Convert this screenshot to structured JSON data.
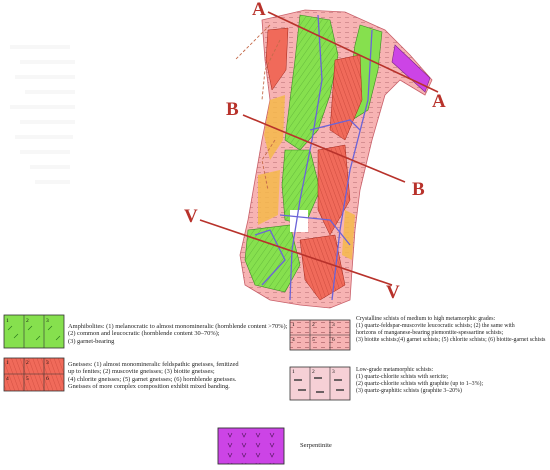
{
  "section_labels": {
    "a_left": "A",
    "a_right": "A",
    "b_left": "B",
    "b_right": "B",
    "v_left": "V",
    "v_right": "V"
  },
  "colors": {
    "amphibolite": "#86e04e",
    "gneiss": "#f06a5a",
    "schist_high": "#f7b3b3",
    "schist_low": "#f6d0d6",
    "serpentinite": "#cc44e6",
    "section_line": "#b8322b",
    "contact_line": "#6b63d8"
  },
  "legend": {
    "amphibolites": {
      "swatch_numbers": [
        "1",
        "2",
        "3"
      ],
      "lines": [
        "Amphibolites: (1) melanocratic to almost monomineralic (hornblende content >70%);",
        "(2) common and leucocratic (hornblende content 30–70%);",
        "(3) garnet-bearing"
      ]
    },
    "gneisses": {
      "swatch_numbers": [
        "1",
        "2",
        "3",
        "4",
        "5",
        "6"
      ],
      "lines": [
        "Gneisses: (1) almost monomineralic feldspathic gneisses, fenitized",
        "up to fenites; (2) muscovite gneisses;  (3) biotite gneisses;",
        "(4) chlorite gneisses; (5) garnet gneisses; (6) hornblende gneisses.",
        "Gneisses of more complex composition exhibit mixed banding."
      ]
    },
    "schists_high": {
      "swatch_numbers": [
        "1",
        "2",
        "3",
        "4",
        "5",
        "6"
      ],
      "lines": [
        "Crystalline schists of medium to high metamorphic grades:",
        "(1) quartz-feldspar-muscovite leucocratic schists; (2) the same with",
        "horizons of manganese-bearing piemontite-spessartine schists;",
        "(3) biotite schists;(4) garnet schists; (5) chlorite schists; (6) biotite-garnet schists"
      ]
    },
    "schists_low": {
      "swatch_numbers": [
        "1",
        "2",
        "3"
      ],
      "lines": [
        "Low-grade metamorphic schists:",
        "(1) quartz-chlorite schists with sericite;",
        "(2) quartz-chlorite schists with graphite (up to 1–3%);",
        "(3) quartz-graphitic schists (graphite 3–20%)"
      ]
    },
    "serpentinite": {
      "label": "Serpentinite"
    }
  }
}
